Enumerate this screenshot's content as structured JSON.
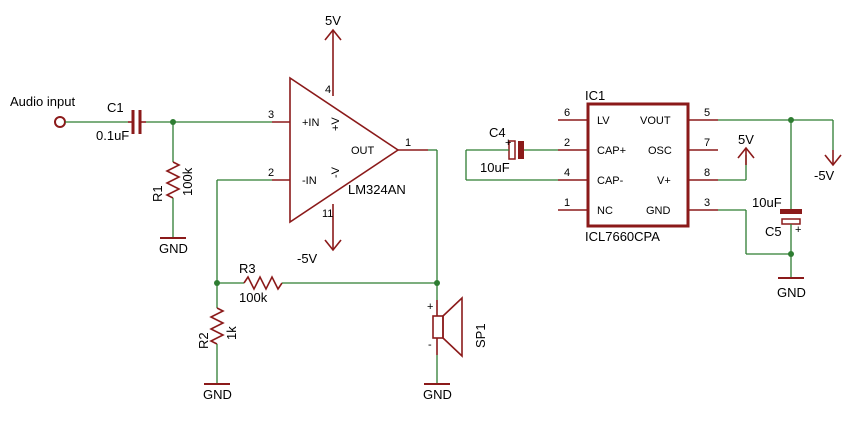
{
  "audio_input": {
    "label": "Audio input"
  },
  "c1": {
    "ref": "C1",
    "value": "0.1uF"
  },
  "r1": {
    "ref": "R1",
    "value": "100k"
  },
  "r2": {
    "ref": "R2",
    "value": "1k"
  },
  "r3": {
    "ref": "R3",
    "value": "100k"
  },
  "opamp": {
    "part": "LM324AN",
    "pin_plus_in_num": "3",
    "pin_plus_in": "+IN",
    "pin_minus_in_num": "2",
    "pin_minus_in": "-IN",
    "pin_out_num": "1",
    "pin_out": "OUT",
    "pin_vplus_num": "4",
    "pin_vplus": "+V",
    "pin_vminus_num": "11",
    "pin_vminus": "-V",
    "supply_pos": "5V",
    "supply_neg": "-5V"
  },
  "speaker": {
    "ref": "SP1",
    "plus": "+",
    "minus": "-"
  },
  "gnd": "GND",
  "ic1": {
    "ref": "IC1",
    "part": "ICL7660CPA",
    "pins_left": [
      {
        "num": "6",
        "name": "LV"
      },
      {
        "num": "2",
        "name": "CAP+"
      },
      {
        "num": "4",
        "name": "CAP-"
      },
      {
        "num": "1",
        "name": "NC"
      }
    ],
    "pins_right": [
      {
        "num": "5",
        "name": "VOUT"
      },
      {
        "num": "7",
        "name": "OSC"
      },
      {
        "num": "8",
        "name": "V+"
      },
      {
        "num": "3",
        "name": "GND"
      }
    ],
    "vplus_supply": "5V"
  },
  "c4": {
    "ref": "C4",
    "value": "10uF"
  },
  "c5": {
    "ref": "C5",
    "value": "10uF",
    "plus": "+"
  },
  "vout_net": "-5V",
  "colors": {
    "wire": "#2e7d32",
    "part": "#8b1a1a",
    "text": "#000000"
  }
}
